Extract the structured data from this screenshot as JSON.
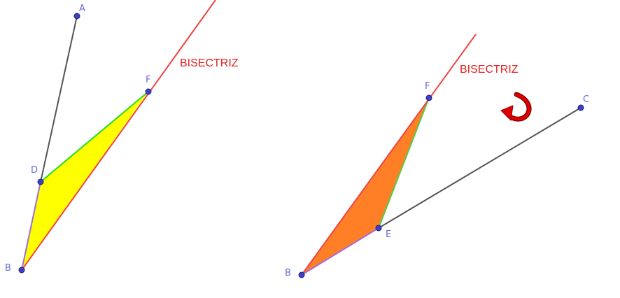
{
  "left_figure": {
    "points": {
      "A": "A",
      "B": "B",
      "D": "D",
      "F": "F"
    },
    "bisector_label": "BISECTRIZ",
    "colors": {
      "triangle_fill": "#ffff00",
      "edge_DF": "#22dd22",
      "edge_BD": "#a36bd6",
      "bisector": "#ee4444",
      "segment": "#555555"
    }
  },
  "right_figure": {
    "points": {
      "B": "B",
      "C": "C",
      "E": "E",
      "F": "F"
    },
    "bisector_label": "BISECTRIZ",
    "colors": {
      "triangle_fill": "#ff7f27",
      "edge_EF": "#55cc44",
      "edge_BE": "#a36bd6",
      "bisector": "#ee4444",
      "segment": "#555555",
      "rotate_arrow": "#d40000"
    }
  },
  "icons": {
    "rotate": "curved-arrow-icon"
  }
}
